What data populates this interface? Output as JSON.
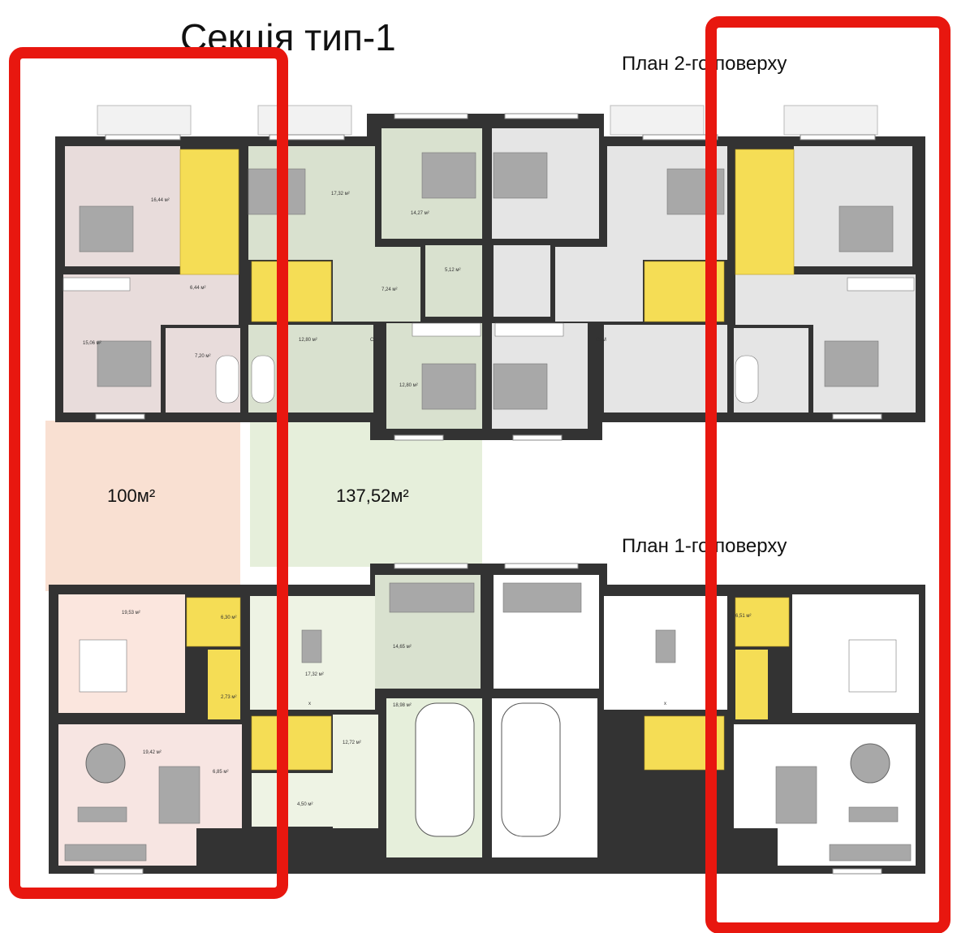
{
  "title": "Секція тип-1",
  "plans": {
    "second_floor": "План 2-го поверху",
    "first_floor": "План 1-го поверху"
  },
  "yard_areas": {
    "left": "100м²",
    "center": "137,52м²"
  },
  "rooms_second": {
    "bed_a": "16,44 м²",
    "hall_a": "6,44 м²",
    "bed_b": "15,06 м²",
    "bath_a": "7,20 м²",
    "bed_c": "17,32 м²",
    "bed_d": "14,27 м²",
    "store": "5,12 м²",
    "hall_b": "7,24 м²",
    "bath_b": "12,80 м²",
    "bed_e": "12,80 м²"
  },
  "rooms_first": {
    "living_a": "19,53 м²",
    "stair_a": "6,30 м²",
    "wc_a": "2,73 м²",
    "dining_a": "19,42 м²",
    "hall_a": "6,85 м²",
    "kitchen_b": "17,32 м²",
    "living_b": "14,65 м²",
    "garage_b": "18,98 м²",
    "hall_b": "12,72 м²",
    "wc_b": "4,50 м²",
    "stair_c": "6,51 м²"
  },
  "labels": {
    "wardrobe": "СЗМ",
    "cross": "x"
  },
  "colors": {
    "highlight": "#e8170f",
    "yard_left": "#f9e0d2",
    "yard_center": "#e6efdb",
    "room_pink": "#e8dcdb",
    "room_green": "#d9e1cf",
    "room_gray": "#e5e5e5",
    "stair": "#f5dd55",
    "room_peach": "#fbe6de",
    "room_lightpink": "#f7e5e2",
    "room_lightgreen": "#eef3e4"
  }
}
